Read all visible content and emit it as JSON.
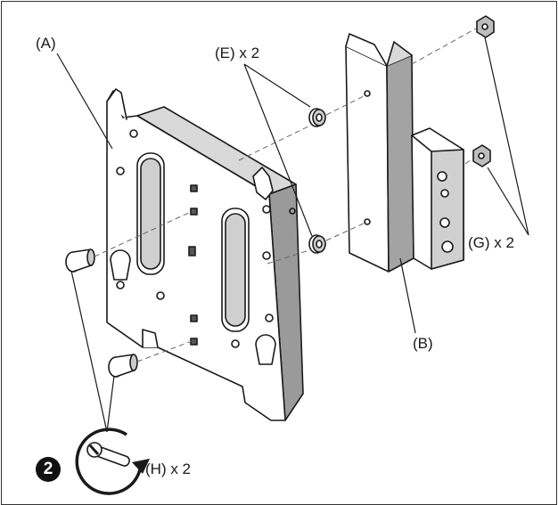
{
  "labels": {
    "part_a": "(A)",
    "part_b": "(B)",
    "part_e": "(E) x 2",
    "part_g": "(G) x 2",
    "part_h": "(H) x 2"
  },
  "step": {
    "number": "2"
  },
  "colors": {
    "line": "#1a1a1a",
    "shade": "#9a9a9a",
    "light_shade": "#d9d9d9",
    "badge": "#111111"
  },
  "icons": [
    "wrench-icon",
    "rotate-clockwise-icon"
  ]
}
